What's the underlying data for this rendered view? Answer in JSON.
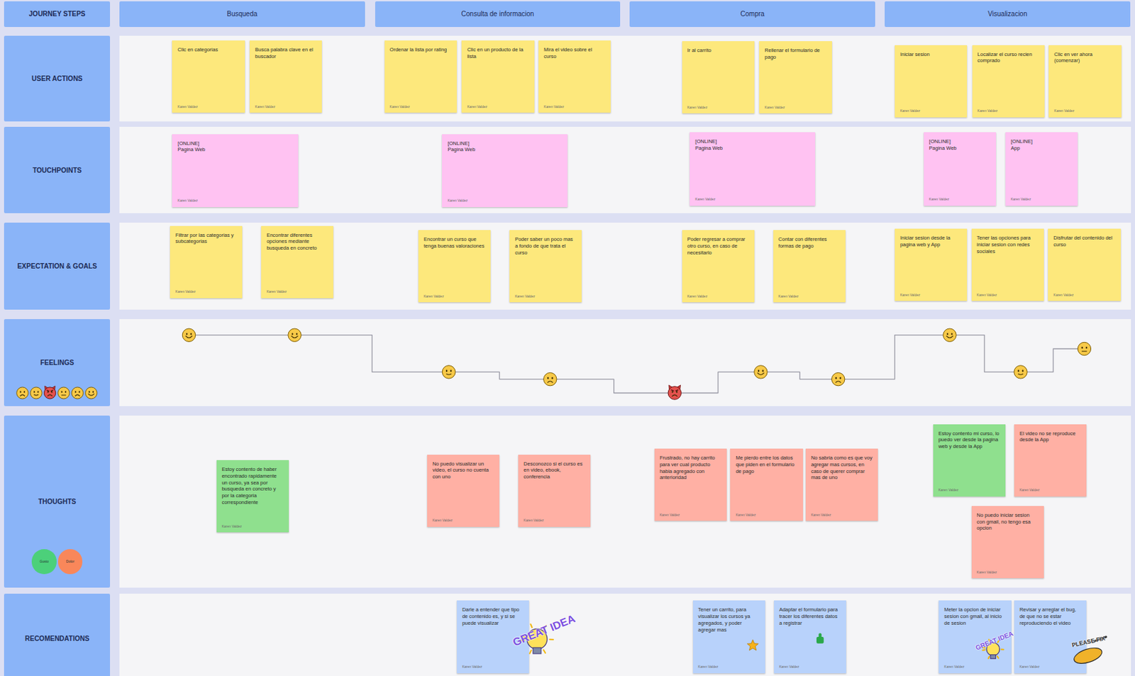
{
  "diagram": {
    "nodes": [
      {
        "text": [
          "JOURNEY STEPS"
        ]
      },
      {
        "text": [
          "Busqueda"
        ]
      },
      {
        "text": [
          "Consulta de informacion"
        ]
      },
      {
        "text": [
          "Compra"
        ]
      },
      {
        "text": [
          "Visualizacion"
        ]
      },
      {
        "text": [
          "USER ACTIONS"
        ]
      },
      {
        "text": [
          "Clic en categorias",
          "Karen Valdez"
        ]
      },
      {
        "text": [
          "Busca palabra clave en el buscador",
          "Karen Valdez"
        ]
      },
      {
        "text": [
          "Ordenar la lista por rating",
          "Karen Valdez"
        ]
      },
      {
        "text": [
          "Clic en un producto de la lista",
          "Karen Valdez"
        ]
      },
      {
        "text": [
          "Mira el video sobre el curso",
          "Karen Valdez"
        ]
      },
      {
        "text": [
          "Ir al carrito",
          "Karen Valdez"
        ]
      },
      {
        "text": [
          "Rellenar el formulario de pago",
          "Karen Valdez"
        ]
      },
      {
        "text": [
          "Iniciar sesion",
          "Karen Valdez"
        ]
      },
      {
        "text": [
          "Localizar el curso recien comprado",
          "Karen Valdez"
        ]
      },
      {
        "text": [
          "Clic en ver ahora (comenzar)",
          "Karen Valdez"
        ]
      },
      {
        "text": [
          "TOUCHPOINTS"
        ]
      },
      {
        "text": [
          "[ONLINE]",
          "Pagina Web",
          "Karen Valdez"
        ]
      },
      {
        "text": [
          "[ONLINE]",
          "Pagina Web",
          "Karen Valdez"
        ]
      },
      {
        "text": [
          "[ONLINE]",
          "Pagina Web",
          "Karen Valdez"
        ]
      },
      {
        "text": [
          "[ONLINE]",
          "Pagina Web",
          "Karen Valdez"
        ]
      },
      {
        "text": [
          "[ONLINE]",
          "App",
          "Karen Valdez"
        ]
      },
      {
        "text": [
          "EXPECTATION & GOALS"
        ]
      },
      {
        "text": [
          "Filtrar por las categorias y subcategorias",
          "Karen Valdez"
        ]
      },
      {
        "text": [
          "Encontrar diferentes opciones mediante busqueda en concreto",
          "Karen Valdez"
        ]
      },
      {
        "text": [
          "Encontrar un curso que tenga buenas valoraciones",
          "Karen Valdez"
        ]
      },
      {
        "text": [
          "Poder saber un poco mas a fondo de que trata el curso",
          "Karen Valdez"
        ]
      },
      {
        "text": [
          "Poder regresar a comprar otro curso, en caso de necesitarlo",
          "Karen Valdez"
        ]
      },
      {
        "text": [
          "Contar con diferentes formas de pago",
          "Karen Valdez"
        ]
      },
      {
        "text": [
          "Iniciar sesion desde la pagina web y App",
          "Karen Valdez"
        ]
      },
      {
        "text": [
          "Tener las opciones para iniciar sesion con redes sociales",
          "Karen Valdez"
        ]
      },
      {
        "text": [
          "Disfrutar del contenido del curso",
          "Karen Valdez"
        ]
      },
      {
        "text": [
          "FEELINGS"
        ]
      },
      {
        "text": [
          "THOUGHTS"
        ]
      },
      {
        "text": [
          "Estoy contento de haber encontrado rapidamente un curso, ya sea por busqueda en concreto y por la categoria correspondiente",
          "Karen Valdez"
        ]
      },
      {
        "text": [
          "No puedo visualizar un video, el curso no cuenta con uno",
          "Karen Valdez"
        ]
      },
      {
        "text": [
          "Desconozco si el curso es en video, ebook, conferencia",
          "Karen Valdez"
        ]
      },
      {
        "text": [
          "Frustrado, no hay carrito para ver cual producto habia agregado con anterioridad",
          "Karen Valdez"
        ]
      },
      {
        "text": [
          "Me pierdo entre los datos que piden en el formulario de pago",
          "Karen Valdez"
        ]
      },
      {
        "text": [
          "No sabria como es que voy agregar mas cursos, en caso de querer comprar mas de uno",
          "Karen Valdez"
        ]
      },
      {
        "text": [
          "Estoy contento mi curso, lo puedo ver desde la pagina web y desde la App",
          "Karen Valdez"
        ]
      },
      {
        "text": [
          "El video no se reproduce desde la App",
          "Karen Valdez"
        ]
      },
      {
        "text": [
          "No puedo iniciar sesion con gmail, no tengo esa opcion",
          "Karen Valdez"
        ]
      },
      {
        "text": [
          "RECOMENDATIONS"
        ]
      },
      {
        "text": [
          "Darle a entender que tipo de contenido es, y si se puede visualizar",
          "Karen Valdez"
        ]
      },
      {
        "text": [
          "Tener un carrito, para visualizar los cursos ya agregados, y poder agregar mas",
          "Karen Valdez"
        ]
      },
      {
        "text": [
          "Adaptar el formulario para tracer los diferentes datos a registrar",
          "Karen Valdez"
        ]
      },
      {
        "text": [
          "Meter la opcion de iniciar sesion con gmail, al inicio de sesion",
          "Karen Valdez"
        ]
      },
      {
        "text": [
          "Revisar y arreglar el bug, de que no se estar reproduciendo el video",
          "Karen Valdez"
        ]
      }
    ],
    "labels": [
      "GREAT IDEA",
      "GREAT IDEA",
      "PLEASE FIX"
    ],
    "legend": [
      {
        "text": "Gusto",
        "color": "#4cd07a"
      },
      {
        "text": "Dolor",
        "color": "#f9875a"
      }
    ]
  }
}
